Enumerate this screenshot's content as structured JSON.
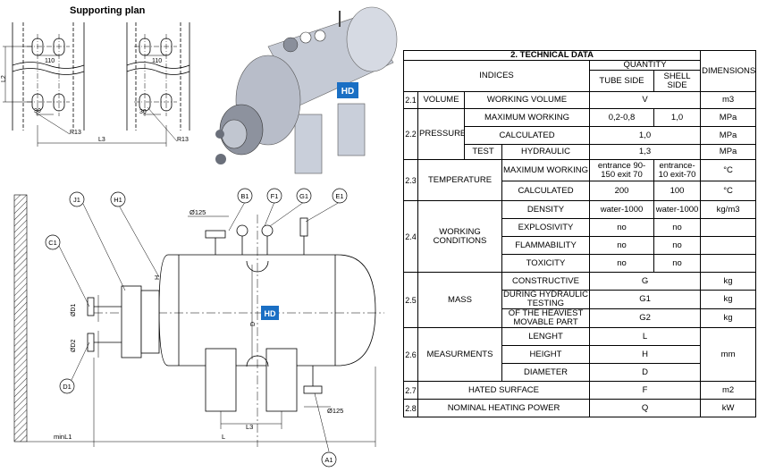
{
  "drawing": {
    "supporting_plan_title": "Supporting plan",
    "dim_110_a": "110",
    "dim_110_b": "110",
    "dim_l2": "L2",
    "dim_30_a": "30",
    "dim_30_b": "30",
    "dim_r13_a": "R13",
    "dim_r13_b": "R13",
    "dim_l3_plan": "L3",
    "nozzles": {
      "a1": "A1",
      "b1": "B1",
      "c1": "C1",
      "d1": "D1",
      "e1": "E1",
      "f1": "F1",
      "g1": "G1",
      "h1": "H1",
      "j1": "J1"
    },
    "dim_phi125_top": "Ø125",
    "dim_phi125_bottom": "Ø125",
    "dim_h": "H",
    "dim_d": "D",
    "dim_dn_d1": "ØD1",
    "dim_dn_d2": "ØD2",
    "dim_l3": "L3",
    "dim_l": "L",
    "dim_minl1": "minL1"
  },
  "table": {
    "title": "2. TECHNICAL DATA",
    "indices": "INDICES",
    "quantity": "QUANTITY",
    "tube_side": "TUBE SIDE",
    "shell_side": "SHELL SIDE",
    "dimensions": "DIMENSIONS",
    "r21": {
      "num": "2.1",
      "group": "VOLUME",
      "name": "WORKING VOLUME",
      "val": "V",
      "unit": "m3"
    },
    "r22": {
      "num": "2.2",
      "group": "PRESSURE",
      "name1": "MAXIMUM WORKING",
      "tube1": "0,2-0,8",
      "shell1": "1,0",
      "unit1": "MPa",
      "name2": "CALCULATED",
      "val2": "1,0",
      "unit2": "MPa",
      "test": "TEST",
      "name3": "HYDRAULIC",
      "val3": "1,3",
      "unit3": "MPa"
    },
    "r23": {
      "num": "2.3",
      "group": "TEMPERATURE",
      "name1": "MAXIMUM WORKING",
      "tube1": "entrance 90-150 exit 70",
      "shell1": "entrance-10 exit-70",
      "unit1": "°C",
      "name2": "CALCULATED",
      "tube2": "200",
      "shell2": "100",
      "unit2": "°C"
    },
    "r24": {
      "num": "2.4",
      "group": "WORKING CONDITIONS",
      "name1": "DENSITY",
      "tube1": "water-1000",
      "shell1": "water-1000",
      "unit1": "kg/m3",
      "name2": "EXPLOSIVITY",
      "tube2": "no",
      "shell2": "no",
      "name3": "FLAMMABILITY",
      "tube3": "no",
      "shell3": "no",
      "name4": "TOXICITY",
      "tube4": "no",
      "shell4": "no"
    },
    "r25": {
      "num": "2.5",
      "group": "MASS",
      "name1": "CONSTRUCTIVE",
      "val1": "G",
      "unit1": "kg",
      "name2": "DURING HYDRAULIC TESTING",
      "val2": "G1",
      "unit2": "kg",
      "name3": "OF THE HEAVIEST MOVABLE PART",
      "val3": "G2",
      "unit3": "kg"
    },
    "r26": {
      "num": "2.6",
      "group": "MEASURMENTS",
      "name1": "LENGHT",
      "val1": "L",
      "name2": "HEIGHT",
      "val2": "H",
      "name3": "DIAMETER",
      "val3": "D",
      "unit": "mm"
    },
    "r27": {
      "num": "2.7",
      "name": "HATED SURFACE",
      "val": "F",
      "unit": "m2"
    },
    "r28": {
      "num": "2.8",
      "name": "NOMINAL HEATING POWER",
      "val": "Q",
      "unit": "kW"
    }
  }
}
